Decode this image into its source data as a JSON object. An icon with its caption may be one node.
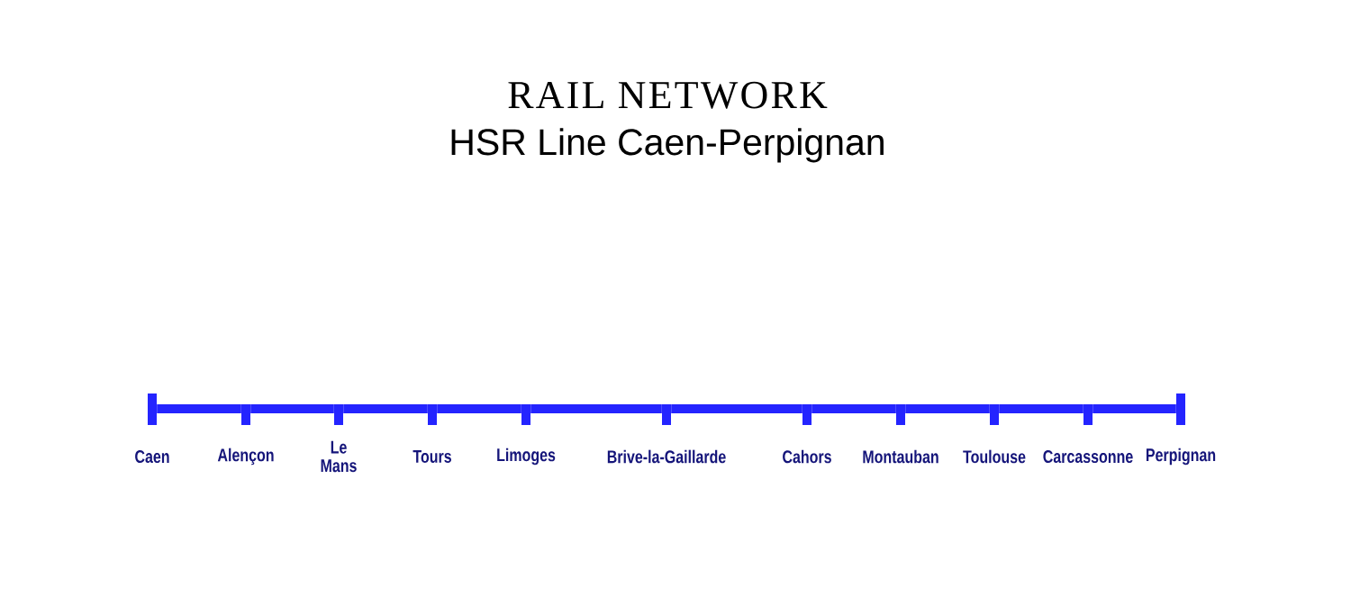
{
  "diagram": {
    "title": "RAIL NETWORK",
    "nodes": [
      {
        "text": [],
        "shape": "bar",
        "beside": [
          "Caen"
        ]
      },
      {
        "text": [],
        "shape": "tick",
        "beside": [
          "Alençon"
        ]
      },
      {
        "text": [],
        "shape": "tick",
        "beside": [
          "Le Mans"
        ]
      },
      {
        "text": [],
        "shape": "tick",
        "beside": [
          "Tours"
        ]
      },
      {
        "text": [],
        "shape": "tick",
        "beside": [
          "Limoges"
        ]
      },
      {
        "text": [],
        "shape": "tick",
        "beside": [
          "Brive-la-Gaillarde"
        ]
      },
      {
        "text": [],
        "shape": "tick",
        "beside": [
          "Cahors"
        ]
      },
      {
        "text": [],
        "shape": "tick",
        "beside": [
          "Montauban"
        ]
      },
      {
        "text": [],
        "shape": "tick",
        "beside": [
          "Toulouse"
        ]
      },
      {
        "text": [],
        "shape": "tick",
        "beside": [
          "Carcassonne"
        ]
      },
      {
        "text": [],
        "shape": "bar",
        "beside": [
          "Perpignan"
        ]
      }
    ],
    "edges": [
      {
        "from": 0,
        "to": 1,
        "arrow": "none"
      },
      {
        "from": 1,
        "to": 2,
        "arrow": "none"
      },
      {
        "from": 2,
        "to": 3,
        "arrow": "none"
      },
      {
        "from": 3,
        "to": 4,
        "arrow": "none"
      },
      {
        "from": 4,
        "to": 5,
        "arrow": "none"
      },
      {
        "from": 5,
        "to": 6,
        "arrow": "none"
      },
      {
        "from": 6,
        "to": 7,
        "arrow": "none"
      },
      {
        "from": 7,
        "to": 8,
        "arrow": "none"
      },
      {
        "from": 8,
        "to": 9,
        "arrow": "none"
      },
      {
        "from": 9,
        "to": 10,
        "arrow": "none"
      }
    ],
    "labels": [
      "HSR Line Caen-Perpignan"
    ]
  }
}
